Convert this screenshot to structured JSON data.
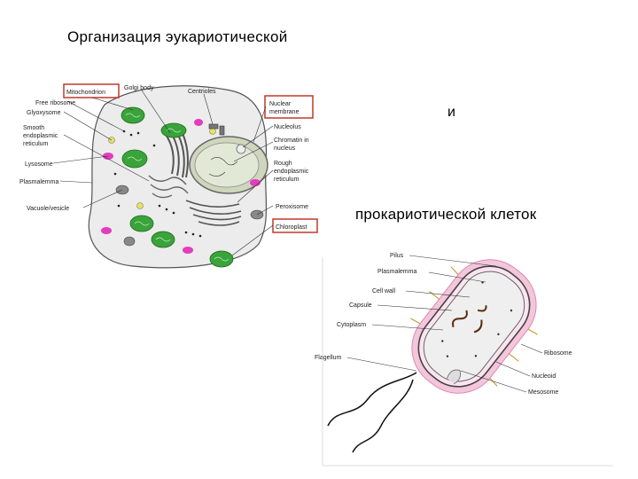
{
  "slide": {
    "title": "Организация эукариотической",
    "and_word": "и",
    "prokaryotic_word": "прокариотической клеток"
  },
  "eukaryote": {
    "labels": {
      "mitochondrion": "Mitochondrion",
      "free_ribosome": "Free ribosome",
      "glyoxysome": "Glyoxysome",
      "smooth_er_1": "Smooth",
      "smooth_er_2": "endoplasmic",
      "smooth_er_3": "reticulum",
      "lysosome": "Lysosome",
      "plasmalemma": "Plasmalemma",
      "vacuole": "Vacuole/vesicle",
      "golgi": "Golgi body",
      "centrioles": "Centrioles",
      "nuclear_membrane_1": "Nuclear",
      "nuclear_membrane_2": "membrane",
      "nucleolus": "Nucleolus",
      "chromatin_1": "Chromatin in",
      "chromatin_2": "nucleus",
      "rough_er_1": "Rough",
      "rough_er_2": "endoplasmic",
      "rough_er_3": "reticulum",
      "peroxisome": "Peroxisome",
      "chloroplast": "Chloroplast"
    }
  },
  "prokaryote": {
    "labels": {
      "pilus": "Pilus",
      "plasmalemma": "Plasmalemma",
      "cell_wall": "Cell wall",
      "capsule": "Capsule",
      "cytoplasm": "Cytoplasm",
      "flagellum": "Flagellum",
      "ribosome": "Ribosome",
      "nucleoid": "Nucleoid",
      "mesosome": "Mesosome"
    }
  },
  "colors": {
    "mitochondrion": "#3aa33a",
    "lysosome": "#e23dbd",
    "cytoplasm": "#ececec",
    "nucleus": "#d8e0c8",
    "highlight_box": "#c0392b",
    "capsule": "#f4c6dc"
  }
}
